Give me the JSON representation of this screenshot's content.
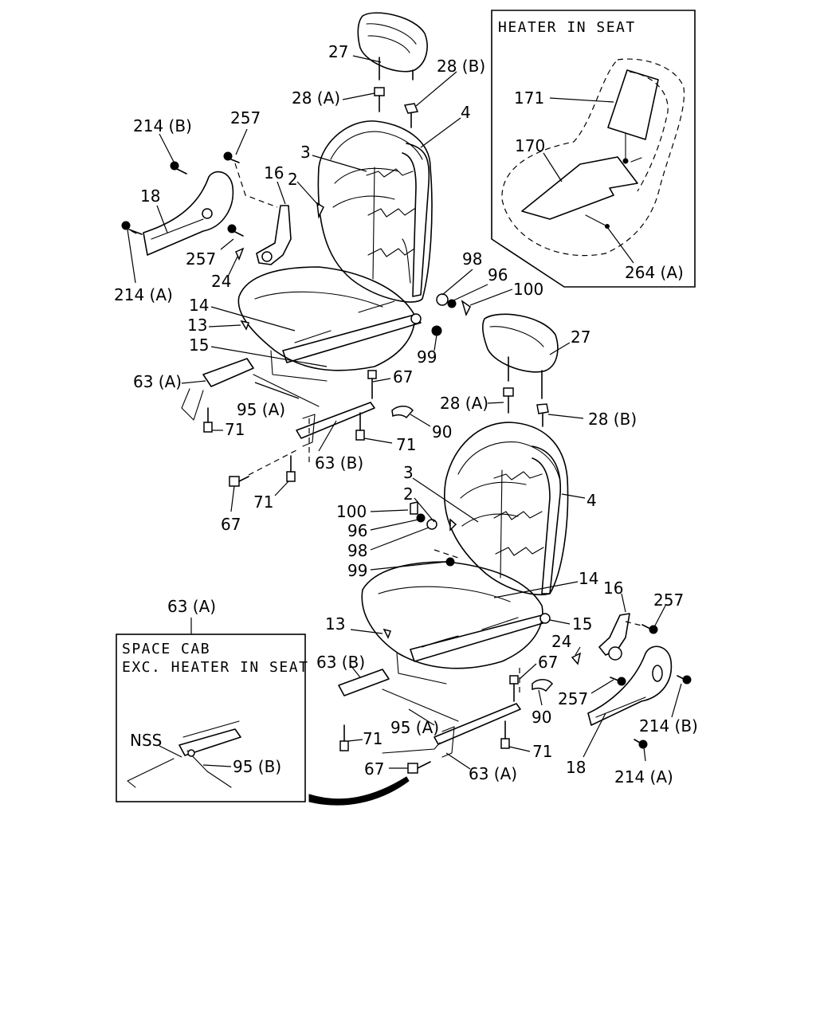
{
  "inset_heater": {
    "title": "HEATER  IN  SEAT",
    "labels": {
      "l171": "171",
      "l170": "170",
      "l264a": "264 (A)"
    }
  },
  "inset_spacecab": {
    "title_line1": "SPACE  CAB",
    "title_line2": "EXC. HEATER  IN  SEAT",
    "ref_label": "63 (A)",
    "labels": {
      "nss": "NSS",
      "l95b": "95 (B)"
    }
  },
  "upper_seat": {
    "labels": {
      "l27": "27",
      "l28b": "28 (B)",
      "l28a": "28 (A)",
      "l4": "4",
      "l3": "3",
      "l2": "2",
      "l16": "16",
      "l257a": "257",
      "l214b": "214 (B)",
      "l18": "18",
      "l257b": "257",
      "l24": "24",
      "l214a": "214 (A)",
      "l98": "98",
      "l96": "96",
      "l100": "100",
      "l14": "14",
      "l13": "13",
      "l15": "15",
      "l99": "99",
      "l63a": "63 (A)",
      "l67a": "67",
      "l95a": "95 (A)",
      "l90": "90",
      "l71a": "71",
      "l71b": "71",
      "l63b": "63 (B)",
      "l71c": "71",
      "l67b": "67"
    }
  },
  "lower_seat": {
    "labels": {
      "l27": "27",
      "l28a": "28 (A)",
      "l28b": "28 (B)",
      "l3": "3",
      "l2": "2",
      "l4": "4",
      "l100": "100",
      "l96": "96",
      "l98": "98",
      "l99": "99",
      "l14": "14",
      "l16": "16",
      "l257a": "257",
      "l13": "13",
      "l15": "15",
      "l24": "24",
      "l63b": "63 (B)",
      "l67": "67",
      "l257b": "257",
      "l214b": "214 (B)",
      "l90": "90",
      "l95a": "95 (A)",
      "l71a": "71",
      "l71b": "71",
      "l18": "18",
      "l214a": "214 (A)",
      "l67b": "67",
      "l63a": "63 (A)"
    }
  }
}
